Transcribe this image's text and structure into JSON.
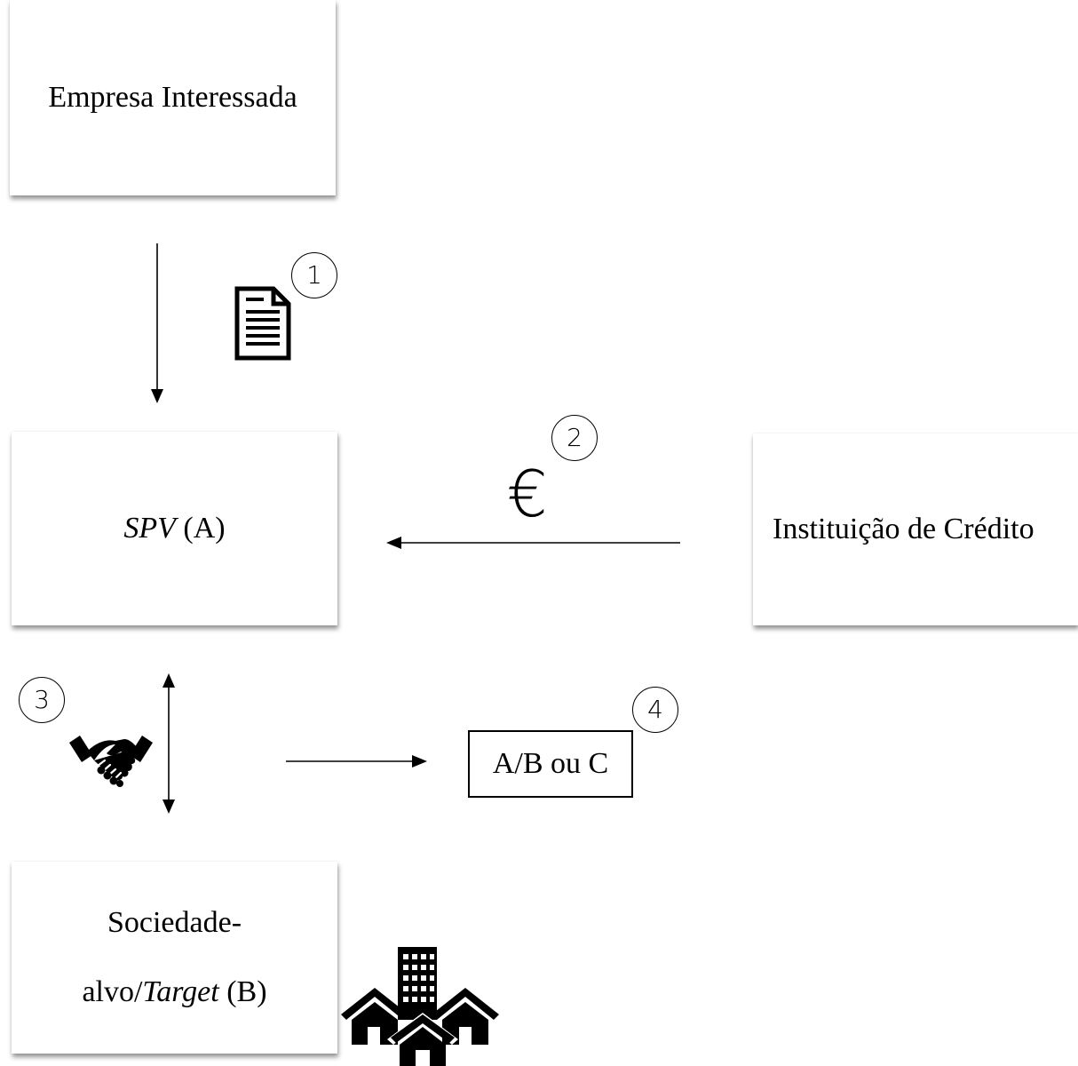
{
  "boxes": {
    "empresa": "Empresa Interessada",
    "spv_italic": "SPV",
    "spv_rest": " (A)",
    "credito": "Instituição de Crédito",
    "target_line1": "Sociedade-",
    "target_line2_pre": "alvo/",
    "target_line2_italic": "Target",
    "target_line2_post": " (B)"
  },
  "outcome": "A/B ou C",
  "steps": [
    "1",
    "2",
    "3",
    "4"
  ],
  "currency_symbol": "€",
  "icons": {
    "document": "document-icon",
    "euro": "euro-icon",
    "handshake": "handshake-icon",
    "buildings": "buildings-icon"
  },
  "colors": {
    "ink": "#000000",
    "background": "#ffffff"
  }
}
